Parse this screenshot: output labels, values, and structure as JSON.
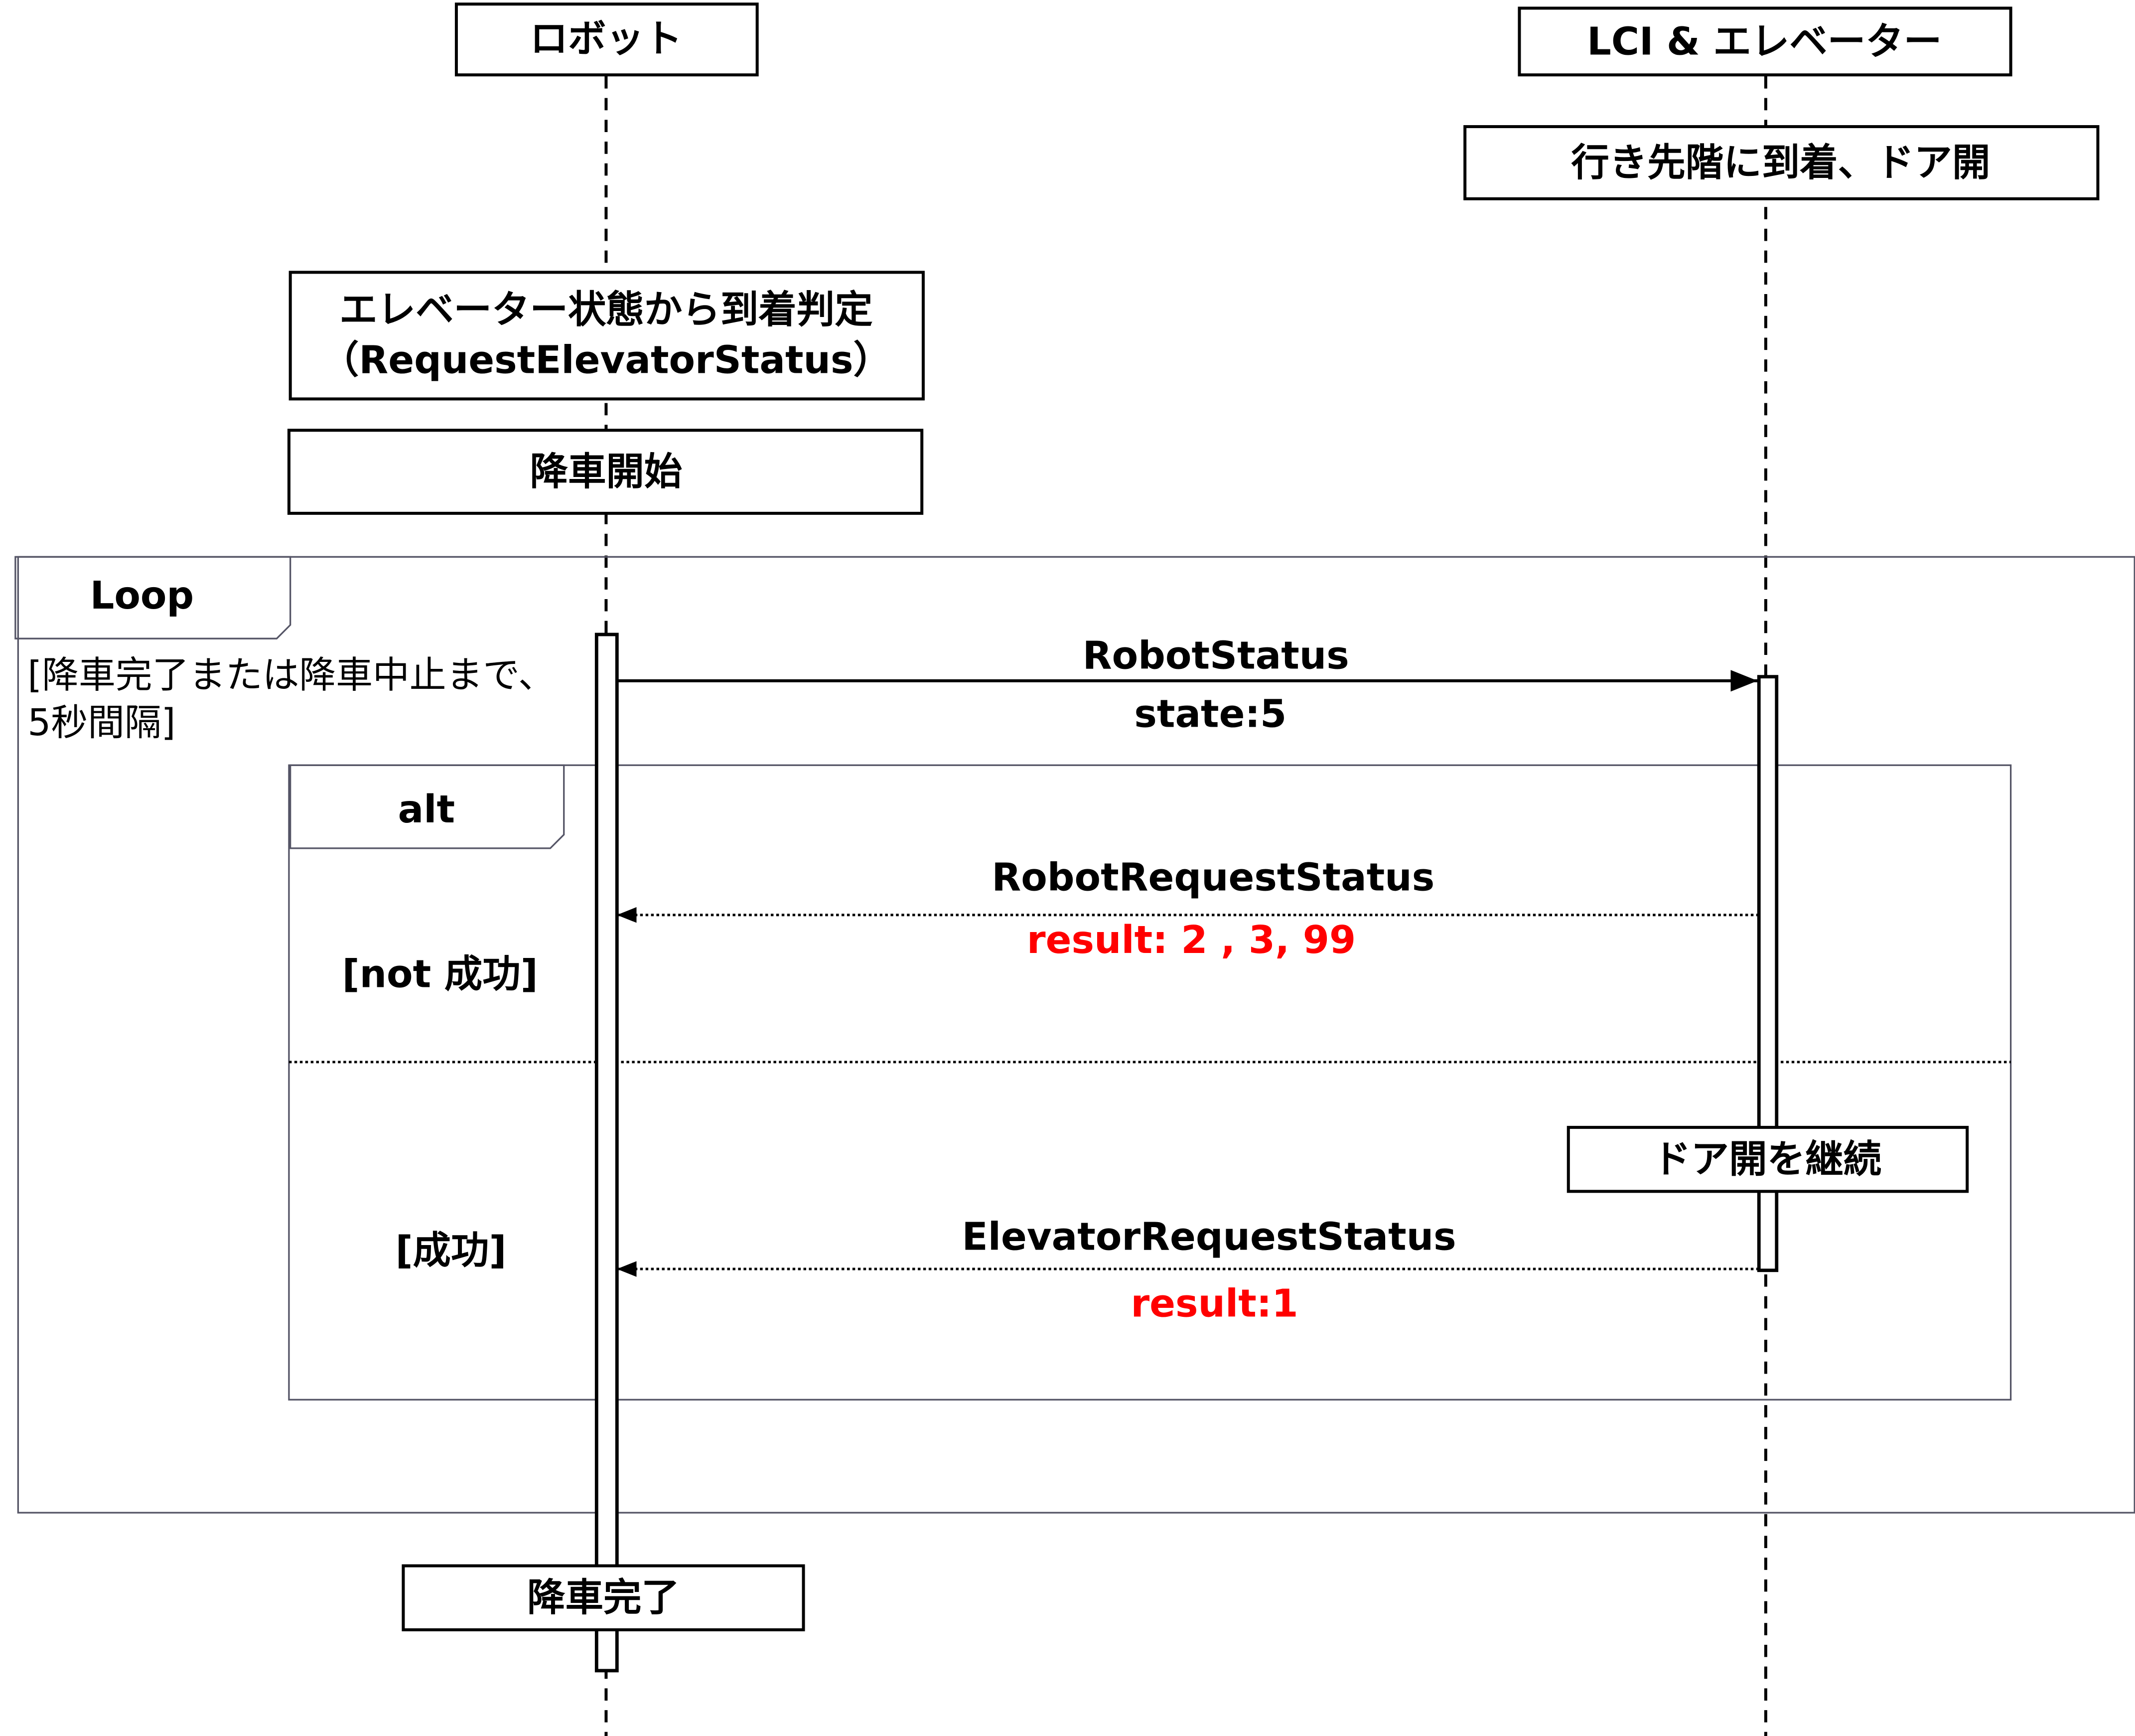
{
  "participants": {
    "robot": "ロボット",
    "lci": "LCI & エレベーター"
  },
  "notes": {
    "arrived": "行き先階に到着、ドア開",
    "judge_line1": "エレベーター状態から到着判定",
    "judge_line2": "（RequestElevatorStatus）",
    "start": "降車開始",
    "continue_open": "ドア開を継続",
    "complete": "降車完了"
  },
  "loop": {
    "label": "Loop",
    "guard_line1": "[降車完了または降車中止まで、",
    "guard_line2": "5秒間隔]"
  },
  "alt": {
    "label": "alt",
    "guard_fail": "[not 成功]",
    "guard_success": "[成功]"
  },
  "messages": {
    "robot_status": {
      "name": "RobotStatus",
      "param": "state:5"
    },
    "robot_request_status": {
      "name": "RobotRequestStatus",
      "param": "result: 2 , 3, 99"
    },
    "elevator_request_status": {
      "name": "ElevatorRequestStatus",
      "param": "result:1"
    }
  },
  "colors": {
    "result_text": "#ff0000",
    "line": "#000000"
  }
}
